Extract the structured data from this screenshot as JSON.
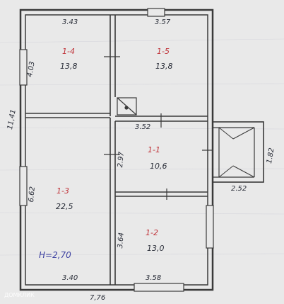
{
  "watermark": "ДОМКЛИК",
  "overall": {
    "width": "7,76",
    "height": "11,41"
  },
  "height_note": "H=2,70",
  "rooms": [
    {
      "id": "1-4",
      "area": "13,8"
    },
    {
      "id": "1-5",
      "area": "13,8"
    },
    {
      "id": "1-1",
      "area": "10,6"
    },
    {
      "id": "1-3",
      "area": "22,5"
    },
    {
      "id": "1-2",
      "area": "13,0"
    }
  ],
  "dimensions": {
    "top_left": "3.43",
    "top_right": "3.57",
    "left_upper": "4.03",
    "left_lower": "6.62",
    "hall_width": "3.52",
    "hall_height": "2.97",
    "room12_height": "3.64",
    "bottom_left": "3.40",
    "bottom_right": "3.58",
    "porch_width": "2.52",
    "porch_height": "1.82"
  }
}
